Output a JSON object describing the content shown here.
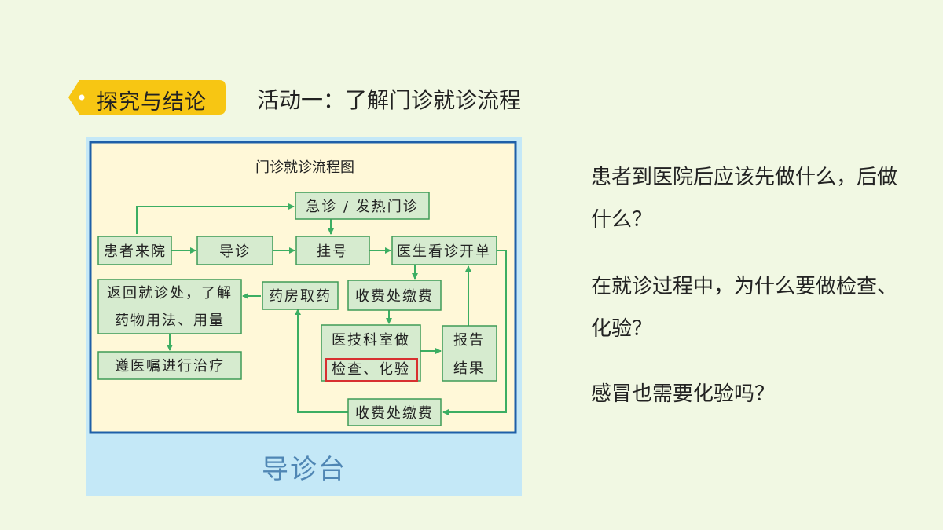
{
  "section_tag": {
    "label": "探究与结论"
  },
  "heading": "活动一：了解门诊就诊流程",
  "flowchart": {
    "title": "门诊就诊流程图",
    "boxes": {
      "emergency": "急诊 / 发热门诊",
      "arrival": "患者来院",
      "guide": "导诊",
      "register": "挂号",
      "doctor": "医生看诊开单",
      "return_line1": "返回就诊处，了解",
      "return_line2": "药物用法、用量",
      "pharmacy": "药房取药",
      "pay_top": "收费处缴费",
      "lab_line1": "医技科室做",
      "lab_line2": "检查、化验",
      "report_line1": "报告",
      "report_line2": "结果",
      "follow": "遵医嘱进行治疗",
      "pay_bottom": "收费处缴费"
    },
    "caption": "导诊台"
  },
  "questions": {
    "q1": "患者到医院后应该先做什么，后做什么？",
    "q2": "在就诊过程中，为什么要做检查、化验？",
    "q3": "感冒也需要化验吗？"
  },
  "colors": {
    "background": "#f1f8e3",
    "tag_fill": "#f7c613",
    "box_fill": "#d6ebcf",
    "box_border": "#3e9b57",
    "arrow": "#3cae63",
    "chart_bg": "#fff8d8",
    "chart_frame": "#1e5fa8",
    "figure_bg": "#c4e8f7",
    "highlight": "#d83030"
  }
}
